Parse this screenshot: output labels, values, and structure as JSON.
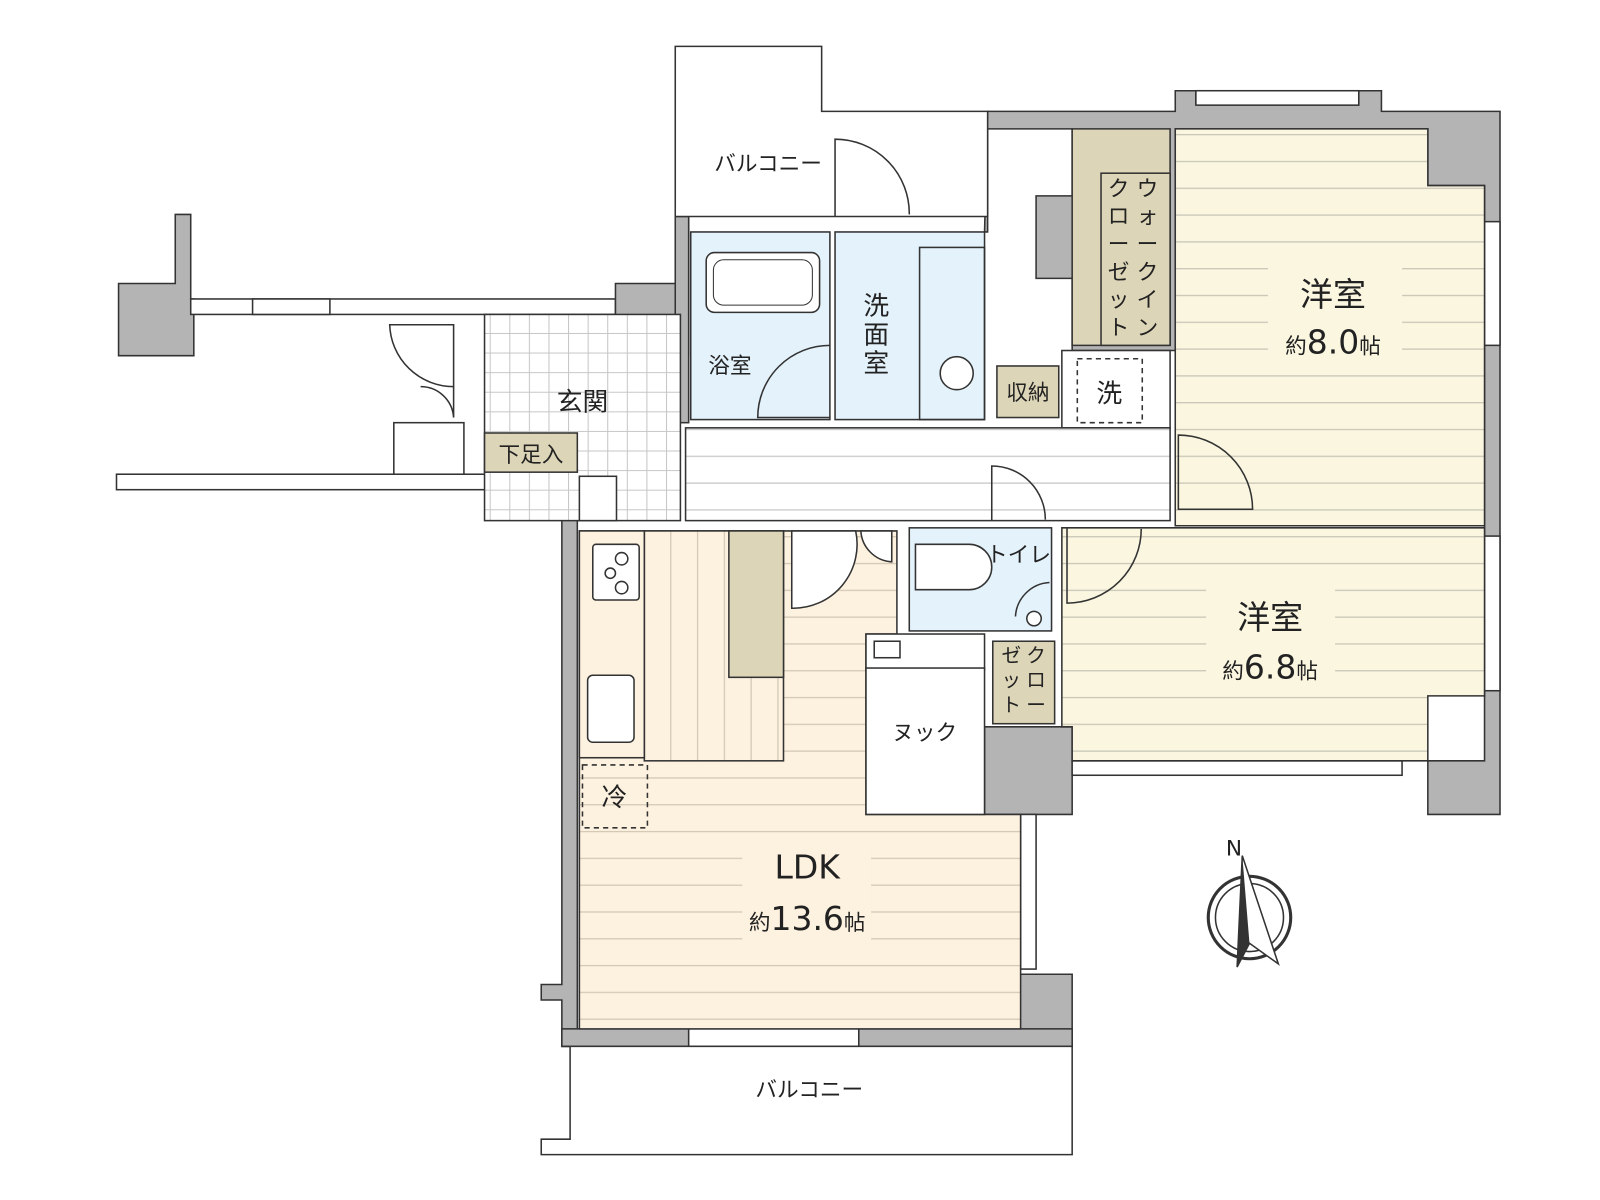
{
  "colors": {
    "wall": "#b4b4b4",
    "closet": "#ddd5b7",
    "bedroom_floor": "#faf6e0",
    "ldk_floor": "#fdf1df",
    "wet_area": "#e4f2fb"
  },
  "rooms": {
    "balcony_top": "バルコニー",
    "balcony_bottom": "バルコニー",
    "entrance": "玄関",
    "shoe_storage": "下足入",
    "bathroom": "浴室",
    "washroom": [
      "洗",
      "面",
      "室"
    ],
    "storage": "収納",
    "washer": "洗",
    "walk_in_closet": {
      "col1": [
        "ウ",
        "ォ",
        "ー",
        "ク",
        "イ",
        "ン"
      ],
      "col2": [
        "ク",
        "ロ",
        "ー",
        "ゼ",
        "ッ",
        "ト"
      ]
    },
    "bedroom1": {
      "name": "洋室",
      "size_prefix": "約",
      "size": "8.0",
      "unit": "帖"
    },
    "bedroom2": {
      "name": "洋室",
      "size_prefix": "約",
      "size": "6.8",
      "unit": "帖"
    },
    "toilet": "トイレ",
    "closet": {
      "col1": [
        "ク",
        "ロ",
        "ー"
      ],
      "col2": [
        "ゼ",
        "ッ",
        "ト"
      ]
    },
    "nook": "ヌック",
    "fridge": "冷",
    "ldk": {
      "name": "LDK",
      "size_prefix": "約",
      "size": "13.6",
      "unit": "帖"
    }
  },
  "compass": {
    "label": "N",
    "icon": "north-arrow-icon"
  }
}
